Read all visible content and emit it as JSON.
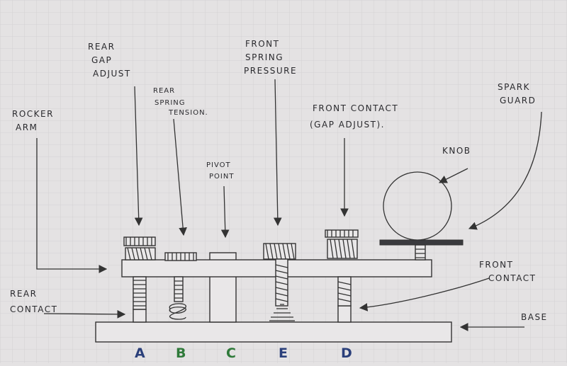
{
  "labels": {
    "rear_gap_adjust": [
      "REAR",
      "GAP",
      "ADJUST"
    ],
    "rear_spring_tension": [
      "REAR",
      "SPRING",
      "TENSION."
    ],
    "front_spring_pressure": [
      "FRONT",
      "SPRING",
      "PRESSURE"
    ],
    "front_contact_gap": [
      "FRONT CONTACT",
      "(GAP ADJUST)."
    ],
    "spark_guard": [
      "SPARK",
      "GUARD"
    ],
    "rocker_arm": [
      "ROCKER",
      "ARM"
    ],
    "pivot_point": [
      "PIVOT",
      "POINT"
    ],
    "knob": "KNOB",
    "rear_contact": [
      "REAR",
      "CONTACT"
    ],
    "front_contact": [
      "FRONT",
      "CONTACT"
    ],
    "base": "BASE"
  },
  "letters": [
    {
      "text": "A",
      "color": "#2a3f7a"
    },
    {
      "text": "B",
      "color": "#2f7a3a"
    },
    {
      "text": "C",
      "color": "#2f7a3a"
    },
    {
      "text": "E",
      "color": "#2a3f7a"
    },
    {
      "text": "D",
      "color": "#2a3f7a"
    }
  ],
  "colors": {
    "paper": "#e4e2e3",
    "grid": "#cfcdd0",
    "ink": "#333333"
  }
}
